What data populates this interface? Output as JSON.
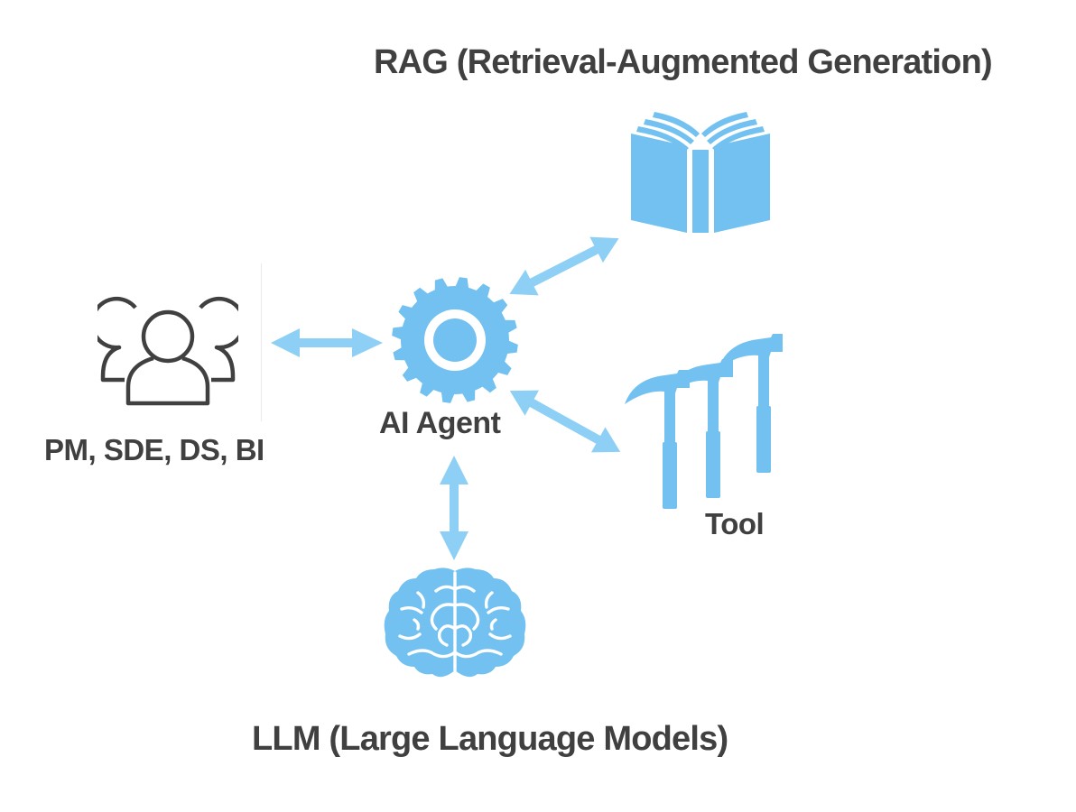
{
  "diagram": {
    "title_rag": "RAG (Retrieval-Augmented Generation)",
    "title_llm": "LLM (Large Language Models)",
    "nodes": [
      {
        "id": "users",
        "label": "PM, SDE, DS, BI",
        "icon": "users-group-icon"
      },
      {
        "id": "agent",
        "label": "AI Agent",
        "icon": "gear-icon"
      },
      {
        "id": "rag",
        "label": "RAG (Retrieval-Augmented Generation)",
        "icon": "open-book-icon"
      },
      {
        "id": "tool",
        "label": "Tool",
        "icon": "hammers-icon"
      },
      {
        "id": "llm",
        "label": "LLM (Large Language Models)",
        "icon": "brain-icon"
      }
    ],
    "edges": [
      {
        "from": "users",
        "to": "agent",
        "direction": "bidirectional"
      },
      {
        "from": "agent",
        "to": "rag",
        "direction": "bidirectional"
      },
      {
        "from": "agent",
        "to": "tool",
        "direction": "bidirectional"
      },
      {
        "from": "agent",
        "to": "llm",
        "direction": "bidirectional"
      }
    ],
    "colors": {
      "icon_fill": "#72C1F0",
      "arrow_fill": "#8ED0F5",
      "text": "#404040",
      "outline_icon": "#404040"
    }
  }
}
